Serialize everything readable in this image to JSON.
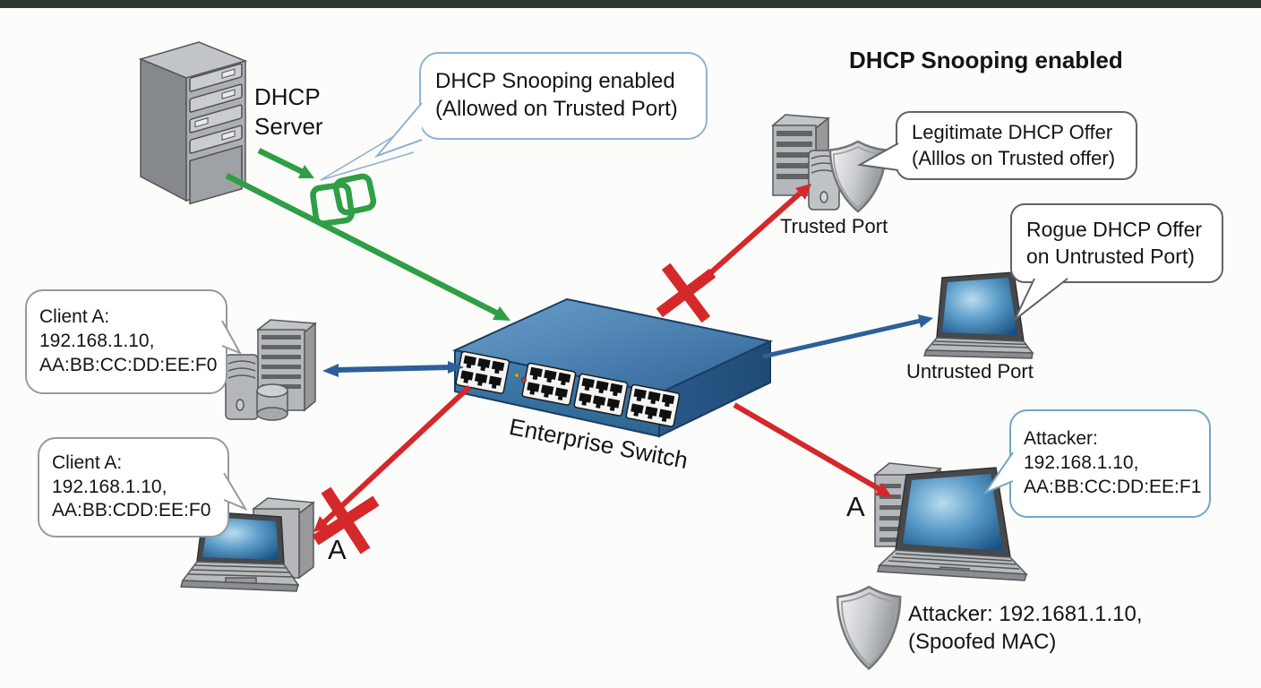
{
  "diagram": {
    "top_title": "DHCP Snooping enabled",
    "server_label": {
      "line1": "DHCP",
      "line2": "Server"
    },
    "switch_label": "Enterprise Switch",
    "trusted_port_label": "Trusted Port",
    "untrusted_port_label": "Untrusted Port",
    "blocked_marker_left": "A",
    "blocked_marker_right": "A",
    "callouts": {
      "snooping": {
        "line1": "DHCP Snooping enabled",
        "line2": "(Allowed on Trusted Port)"
      },
      "legitimate_offer": {
        "line1": "Legitimate DHCP Offer",
        "line2": "(Alllos on Trusted offer)"
      },
      "rogue_offer": {
        "line1": "Rogue DHCP Offer",
        "line2": "on Untrusted Port)"
      },
      "client_a_top": {
        "line1": "Client A:",
        "line2": "192.168.1.10,",
        "line3": "AA:BB:CC:DD:EE:F0"
      },
      "client_a_bottom": {
        "line1": "Client A:",
        "line2": "192.168.1.10,",
        "line3": "AA:BB:CDD:EE:F0"
      },
      "attacker": {
        "line1": "Attacker:",
        "line2": "192.168.1.10,",
        "line3": "AA:BB:CC:DD:EE:F1"
      }
    },
    "footnote": {
      "line1": "Attacker: 192.1681.1.10,",
      "line2": "(Spoofed MAC)"
    },
    "colors": {
      "allowed_green": "#2f9e45",
      "blocked_red": "#d5282b",
      "traffic_blue": "#2d5f9b",
      "switch_blue": "#3a76ab",
      "callout_blue_border": "#8fb3cf",
      "callout_gray_border": "#606366",
      "device_gray": "#b5b8ba"
    },
    "icons": [
      "server-tower-icon",
      "workstation-icon",
      "laptop-icon",
      "shield-icon",
      "switch-icon",
      "chain-link-icon",
      "x-mark-icon",
      "arrow-icon"
    ]
  }
}
